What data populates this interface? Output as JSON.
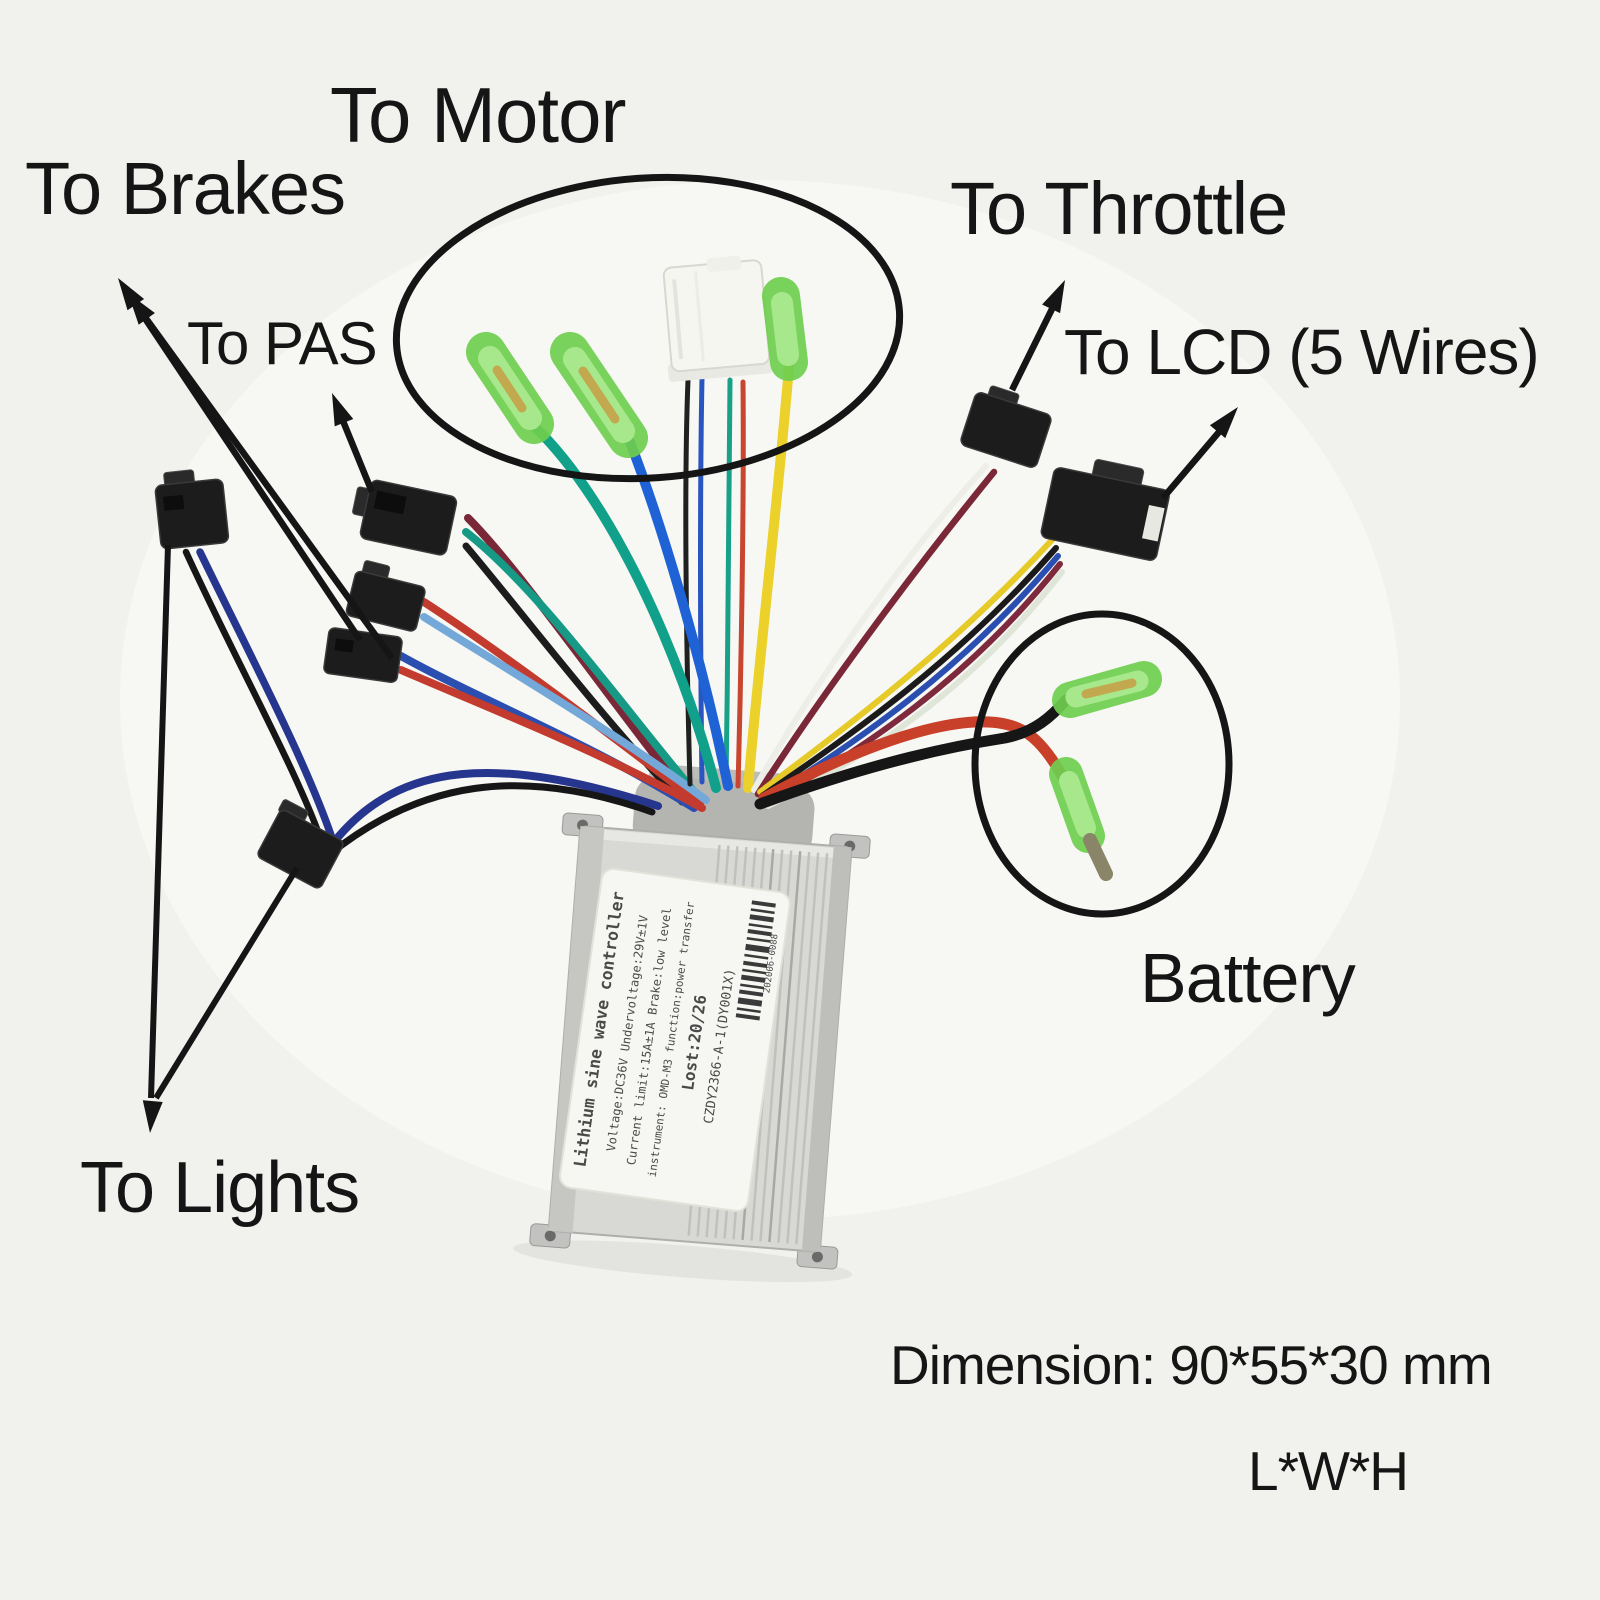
{
  "figure": {
    "background": "#f1f1ed",
    "annotation_color": "#151515",
    "description_labels_present": 7
  },
  "labels": {
    "motor": "To Motor",
    "brakes": "To Brakes",
    "pas": "To PAS",
    "throttle": "To Throttle",
    "lcd": "To LCD (5 Wires)",
    "battery": "Battery",
    "lights": "To Lights"
  },
  "dimension": {
    "line1": "Dimension: 90*55*30 mm",
    "line2": "L*W*H"
  },
  "controller_label": {
    "title": "Lithium sine wave controller",
    "voltage": "Voltage:DC36V    Undervoltage:29V±1V",
    "current": "Current limit:15A±1A   Brake:low level",
    "instrument": "instrument: OMD-M3   function:power transfer",
    "lost": "Lost:20/26",
    "model": "CZDY2366-A-1(DY001X)",
    "serial": "202006-0088"
  },
  "colors": {
    "wire_red": "#c23b2e",
    "wire_maroon": "#7a2838",
    "wire_black": "#1a1a1a",
    "wire_blue": "#2a4fb0",
    "wire_dark_blue": "#26368e",
    "wire_light_blue": "#74a8d8",
    "wire_teal": "#11a089",
    "wire_yellow": "#e8cc28",
    "wire_white": "#ececе8",
    "connector_green": "#6fcf4f",
    "connector_green_light": "#a8e88c",
    "terminal_gold": "#c2a84e",
    "controller_silver": "#d8d8d5",
    "grommet_gray": "#b4b4b1",
    "sticker_white": "#f6f6f2"
  }
}
